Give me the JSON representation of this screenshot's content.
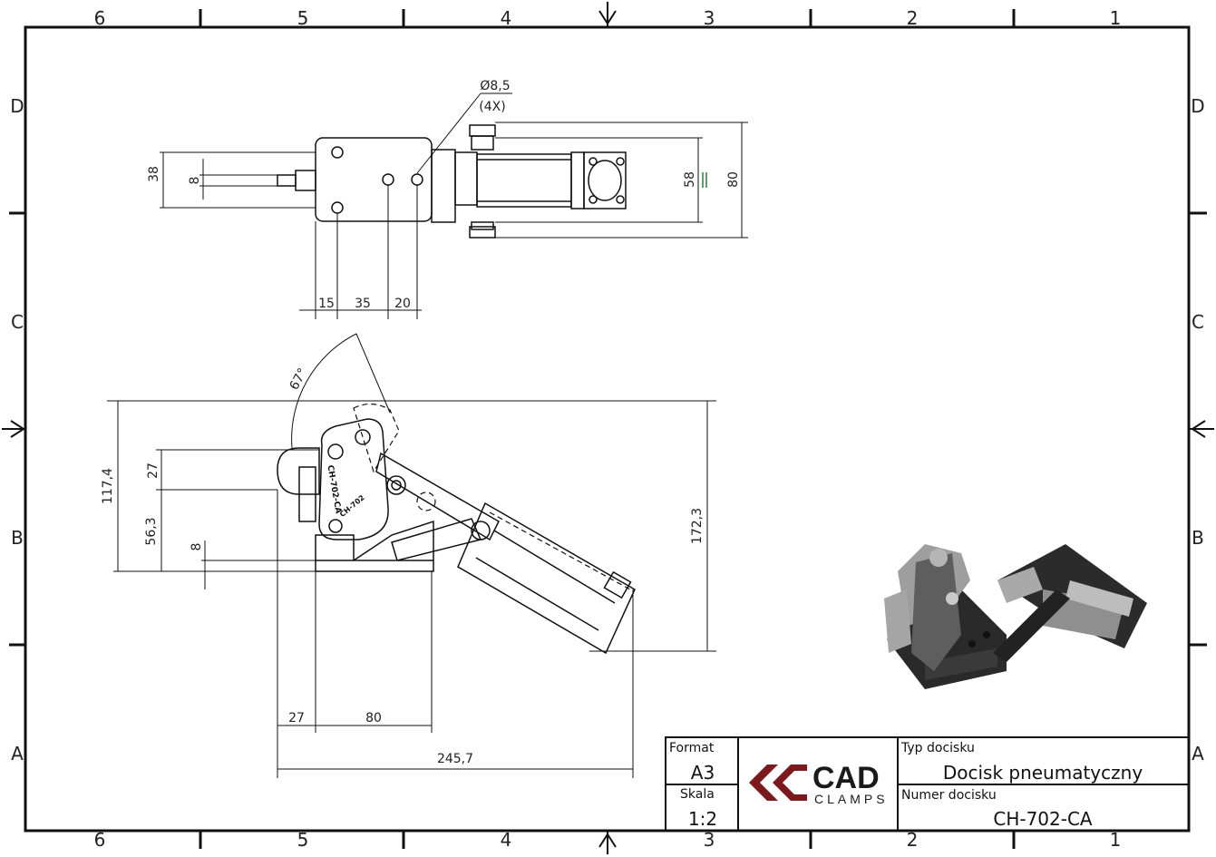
{
  "frame": {
    "col_labels": [
      "6",
      "5",
      "4",
      "3",
      "2",
      "1"
    ],
    "row_labels": [
      "D",
      "C",
      "B",
      "A"
    ]
  },
  "top_view": {
    "hole_dim": "Ø8,5",
    "hole_count": "(4X)",
    "dim_38": "38",
    "dim_8": "8",
    "dim_58": "58",
    "dim_80": "80",
    "dim_15": "15",
    "dim_35": "35",
    "dim_20": "20"
  },
  "side_view": {
    "angle": "67°",
    "dim_117_4": "117,4",
    "dim_27_v": "27",
    "dim_56_3": "56,3",
    "dim_8_v": "8",
    "dim_172_3": "172,3",
    "dim_27_h": "27",
    "dim_80_h": "80",
    "dim_245_7": "245,7",
    "part_label_1": "CH-702-CA",
    "part_label_2": "CH-702"
  },
  "title_block": {
    "format_label": "Format",
    "format_value": "A3",
    "scale_label": "Skala",
    "scale_value": "1:2",
    "type_label": "Typ docisku",
    "type_value": "Docisk pneumatyczny",
    "number_label": "Numer docisku",
    "number_value": "CH-702-CA",
    "logo_main": "CAD",
    "logo_sub": "CLAMPS"
  },
  "colors": {
    "logo_red": "#7a1a1f",
    "logo_dark": "#1a1a1a",
    "dim_green": "#2e7d32",
    "render_dark": "#2a2a2a",
    "render_grey": "#9a9a9a"
  }
}
